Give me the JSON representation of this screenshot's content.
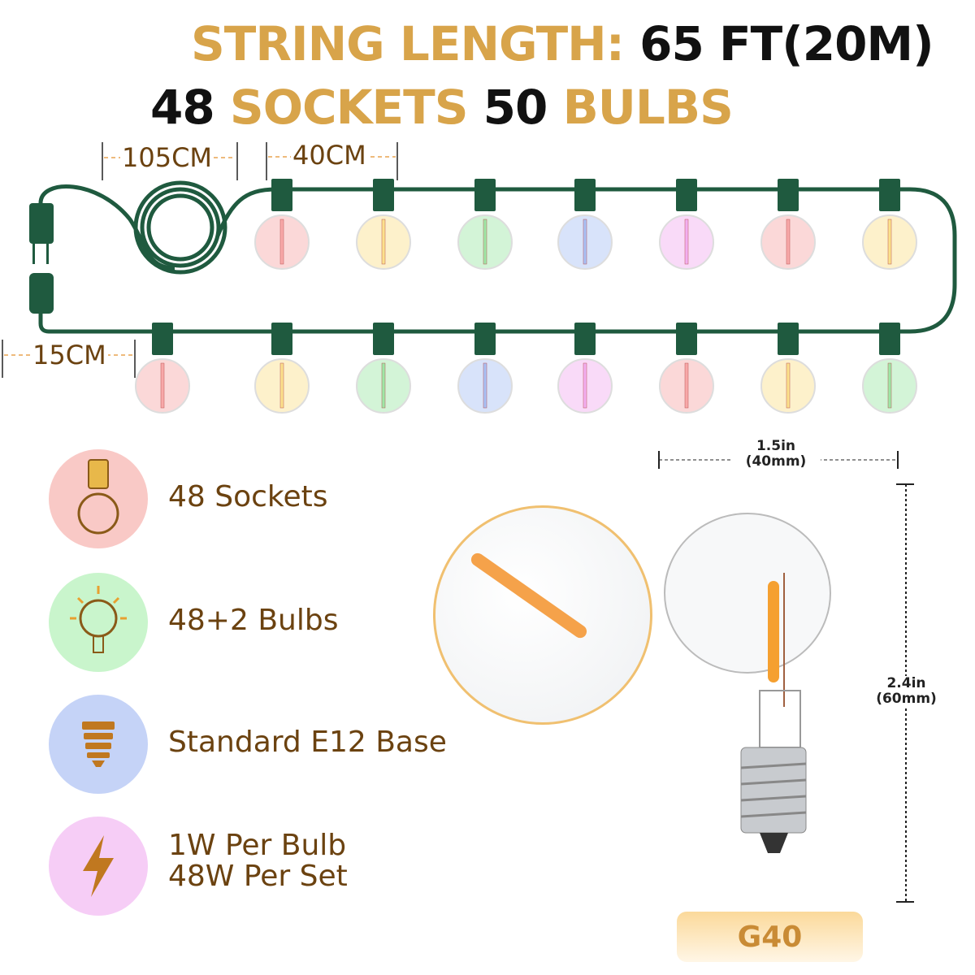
{
  "header": {
    "length_label": "STRING LENGTH:",
    "length_value": "65 FT(20M)",
    "sockets_count": "48",
    "sockets_label": "SOCKETS",
    "bulbs_count": "50",
    "bulbs_label": "BULBS"
  },
  "dimensions": {
    "lead": "105CM",
    "spacing": "40CM",
    "end": "15CM"
  },
  "string": {
    "cord_color": "#1f5a3f",
    "top_row_colors": [
      "#f7a8a8",
      "#fbe08c",
      "#9ee6a6",
      "#a8c0f5",
      "#f2aef0",
      "#f7a8a8",
      "#fbe08c"
    ],
    "bottom_row_colors": [
      "#f7a8a8",
      "#fbe08c",
      "#9ee6a6",
      "#a8c0f5",
      "#f2aef0",
      "#f7a8a8",
      "#fbe08c",
      "#9ee6a6"
    ]
  },
  "features": [
    {
      "label": "48 Sockets",
      "icon": "socket-icon",
      "color": "#f9c9c6"
    },
    {
      "label": "48+2 Bulbs",
      "icon": "bulb-icon",
      "color": "#c9f5cc"
    },
    {
      "label": "Standard E12 Base",
      "icon": "base-icon",
      "color": "#c5d3f7"
    },
    {
      "label": "1W Per Bulb",
      "label2": "48W Per Set",
      "icon": "lightning-icon",
      "color": "#f6cdf6"
    }
  ],
  "bulb": {
    "width_in": "1.5in",
    "width_mm": "(40mm)",
    "height_in": "2.4in",
    "height_mm": "(60mm)",
    "model": "G40"
  }
}
